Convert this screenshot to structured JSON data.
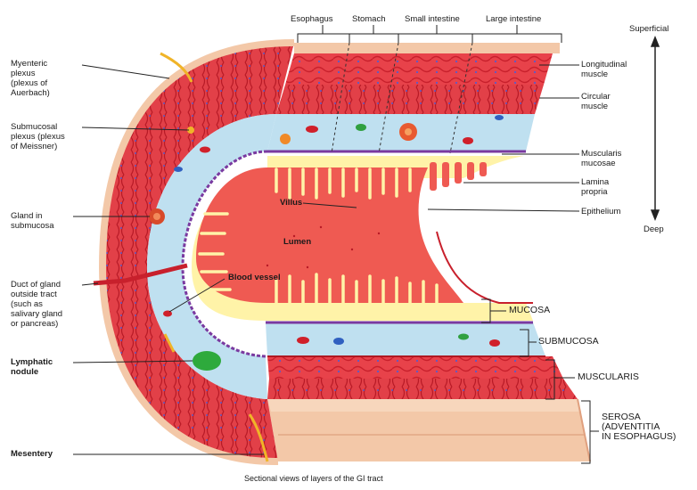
{
  "top_labels": {
    "esophagus": "Esophagus",
    "stomach": "Stomach",
    "small_intestine": "Small intestine",
    "large_intestine": "Large intestine"
  },
  "axis": {
    "superficial": "Superficial",
    "deep": "Deep"
  },
  "left_labels": {
    "myenteric": [
      "Myenteric",
      "plexus",
      "(plexus of",
      "Auerbach)"
    ],
    "submucosal": [
      "Submucosal",
      "plexus (plexus",
      "of Meissner)"
    ],
    "gland": [
      "Gland in",
      "submucosa"
    ],
    "duct": [
      "Duct of gland",
      "outside tract",
      "(such as",
      "salivary gland",
      "or pancreas)"
    ],
    "lymphatic": [
      "Lymphatic",
      "nodule"
    ],
    "mesentery": "Mesentery"
  },
  "right_labels": {
    "longitudinal": [
      "Longitudinal",
      "muscle"
    ],
    "circular": [
      "Circular",
      "muscle"
    ],
    "muscularis_mucosae": [
      "Muscularis",
      "mucosae"
    ],
    "lamina": [
      "Lamina",
      "propria"
    ],
    "epithelium": "Epithelium"
  },
  "inner_labels": {
    "villus": "Villus",
    "lumen": "Lumen",
    "blood_vessel": "Blood vessel"
  },
  "layer_labels": {
    "mucosa": "MUCOSA",
    "submucosa": "SUBMUCOSA",
    "muscularis": "MUSCULARIS",
    "serosa": [
      "SEROSA",
      "(ADVENTITIA",
      "IN ESOPHAGUS)"
    ]
  },
  "caption": "Sectional views of layers of the GI tract",
  "colors": {
    "muscle": "#e8424a",
    "muscle_dark": "#c8202c",
    "submucosa": "#bfe0f0",
    "mucosa": "#ef5a52",
    "lamina": "#fff3a8",
    "serosa": "#f3c8a8",
    "serosa_dark": "#e6b08e",
    "nerve": "#f0b428"
  }
}
